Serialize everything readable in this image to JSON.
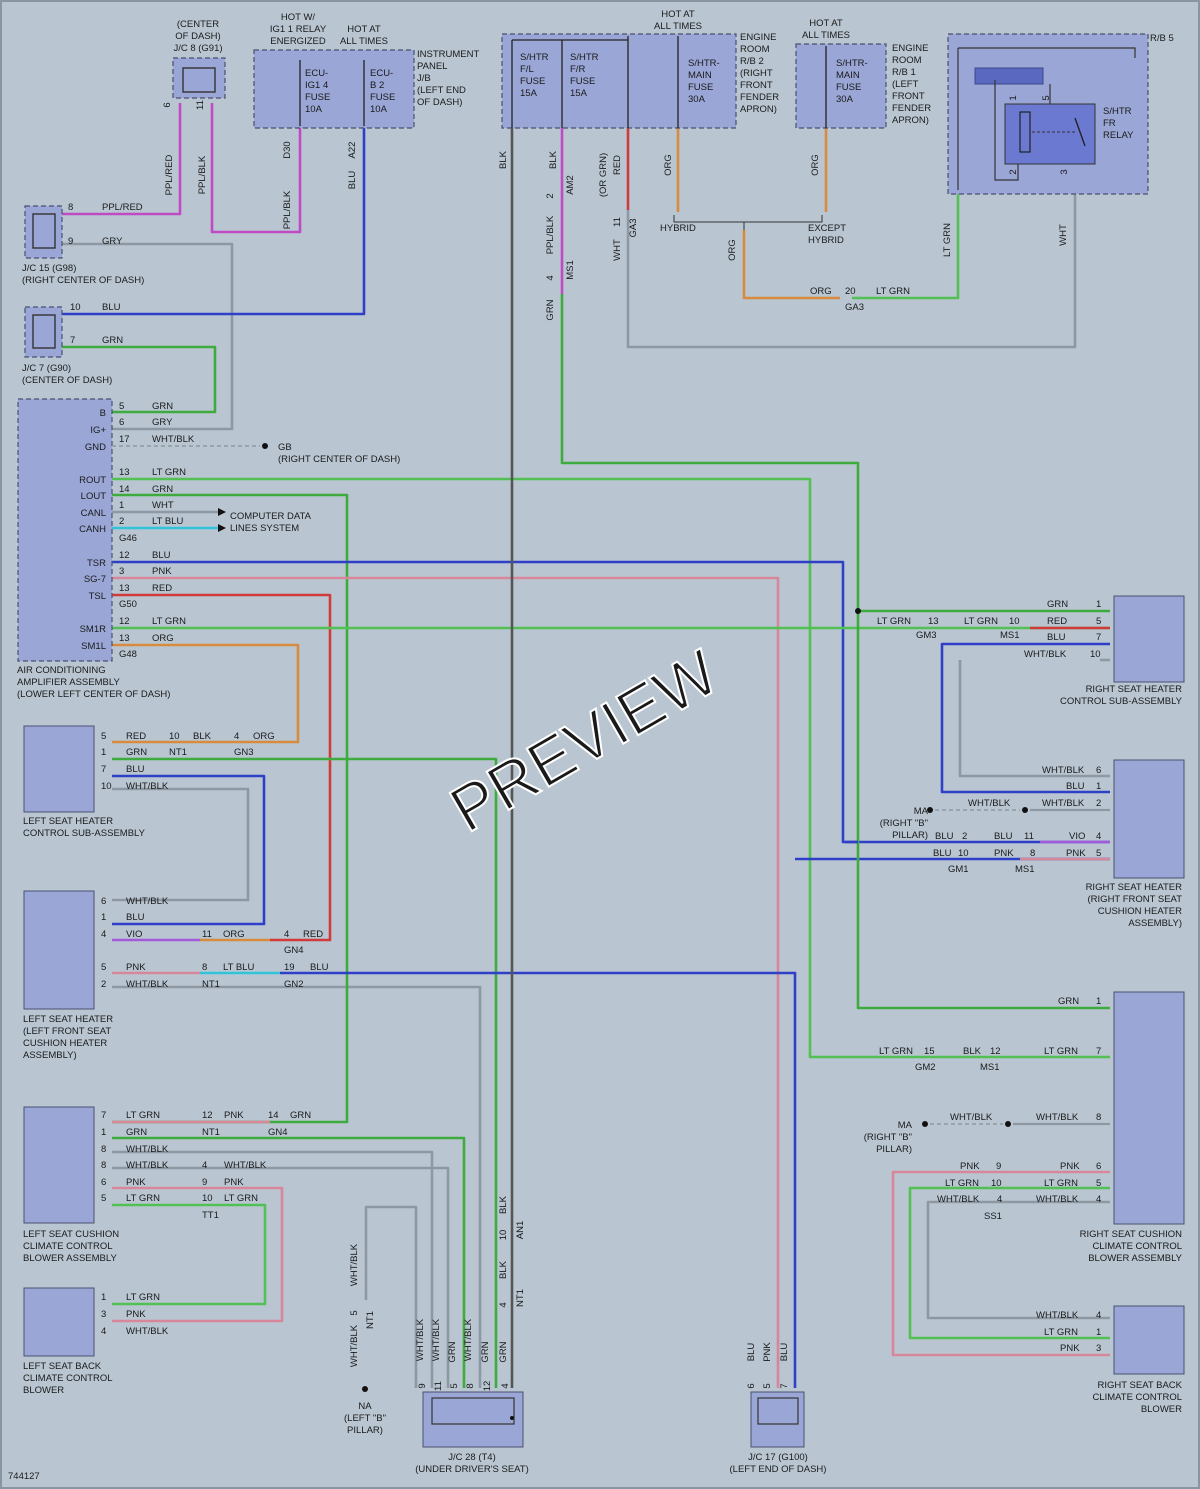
{
  "diagram_id": "744127",
  "watermark": "PREVIEW",
  "power": {
    "center_jc8": [
      "(CENTER",
      "OF DASH)",
      "J/C 8 (G91)"
    ],
    "hot_ig1": [
      "HOT W/",
      "IG1 1 RELAY",
      "ENERGIZED"
    ],
    "hot_always_1": [
      "HOT AT",
      "ALL TIMES"
    ],
    "instrument_panel": [
      "INSTRUMENT",
      "PANEL",
      "J/B",
      "(LEFT END",
      "OF DASH)"
    ],
    "fuse_ecu_ig14": [
      "ECU-",
      "IG1 4",
      "FUSE",
      "10A"
    ],
    "fuse_ecu_b2": [
      "ECU-",
      "B 2",
      "FUSE",
      "10A"
    ],
    "hot_always_2": [
      "HOT AT",
      "ALL TIMES"
    ],
    "fuse_fl": [
      "S/HTR",
      "F/L",
      "FUSE",
      "15A"
    ],
    "fuse_fr": [
      "S/HTR",
      "F/R",
      "FUSE",
      "15A"
    ],
    "fuse_main_rb2": [
      "S/HTR-",
      "MAIN",
      "FUSE",
      "30A"
    ],
    "engine_rb2": [
      "ENGINE",
      "ROOM",
      "R/B 2",
      "(RIGHT",
      "FRONT",
      "FENDER",
      "APRON)"
    ],
    "hot_always_3": [
      "HOT AT",
      "ALL TIMES"
    ],
    "fuse_main_rb1": [
      "S/HTR-",
      "MAIN",
      "FUSE",
      "30A"
    ],
    "engine_rb1": [
      "ENGINE",
      "ROOM",
      "R/B 1",
      "(LEFT",
      "FRONT",
      "FENDER",
      "APRON)"
    ],
    "rb5": "R/B 5",
    "relay": [
      "S/HTR",
      "FR",
      "RELAY"
    ],
    "hybrid": "HYBRID",
    "except_hybrid": [
      "EXCEPT",
      "HYBRID"
    ]
  },
  "connectors": {
    "jc15": [
      "J/C 15 (G98)",
      "(RIGHT CENTER OF DASH)"
    ],
    "jc7": [
      "J/C 7 (G90)",
      "(CENTER OF DASH)"
    ],
    "gb": [
      "GB",
      "(RIGHT CENTER OF DASH)"
    ],
    "computer_data": [
      "COMPUTER DATA",
      "LINES SYSTEM"
    ],
    "jc28": [
      "J/C 28 (T4)",
      "(UNDER DRIVER'S SEAT)"
    ],
    "jc17": [
      "J/C 17 (G100)",
      "(LEFT END OF DASH)"
    ],
    "na": [
      "NA",
      "(LEFT \"B\"",
      "PILLAR)"
    ],
    "ma1": [
      "MA",
      "(RIGHT \"B\"",
      "PILLAR)"
    ],
    "ma2": [
      "MA",
      "(RIGHT \"B\"",
      "PILLAR)"
    ]
  },
  "amp": {
    "pins": [
      "B",
      "IG+",
      "GND",
      "ROUT",
      "LOUT",
      "CANL",
      "CANH",
      "TSR",
      "SG-7",
      "TSL",
      "SM1R",
      "SM1L"
    ],
    "caption": [
      "AIR CONDITIONING",
      "AMPLIFIER ASSEMBLY",
      "(LOWER LEFT CENTER OF DASH)"
    ],
    "g46": "G46",
    "g50": "G50",
    "g48": "G48"
  },
  "components": {
    "left_ctrl": [
      "LEFT SEAT HEATER",
      "CONTROL SUB-ASSEMBLY"
    ],
    "left_heater": [
      "LEFT SEAT HEATER",
      "(LEFT FRONT SEAT",
      "CUSHION HEATER",
      "ASSEMBLY)"
    ],
    "left_cushion": [
      "LEFT SEAT CUSHION",
      "CLIMATE CONTROL",
      "BLOWER ASSEMBLY"
    ],
    "left_back": [
      "LEFT SEAT BACK",
      "CLIMATE CONTROL",
      "BLOWER"
    ],
    "right_ctrl": [
      "RIGHT SEAT HEATER",
      "CONTROL SUB-ASSEMBLY"
    ],
    "right_heater": [
      "RIGHT SEAT HEATER",
      "(RIGHT FRONT SEAT",
      "CUSHION HEATER",
      "ASSEMBLY)"
    ],
    "right_cushion": [
      "RIGHT SEAT CUSHION",
      "CLIMATE CONTROL",
      "BLOWER ASSEMBLY"
    ],
    "right_back": [
      "RIGHT SEAT BACK",
      "CLIMATE CONTROL",
      "BLOWER"
    ]
  },
  "labels": [
    [
      "6",
      "p",
      170,
      105
    ],
    [
      "11",
      "p",
      203,
      105
    ],
    [
      "PPL/RED",
      "p",
      172,
      175
    ],
    [
      "PPL/BLK",
      "p",
      205,
      175
    ],
    [
      "D30",
      "p",
      290,
      150
    ],
    [
      "A22",
      "p",
      355,
      150
    ],
    [
      "PPL/BLK",
      "p",
      290,
      210
    ],
    [
      "BLU",
      "p",
      355,
      180
    ],
    [
      "BLK",
      "p",
      506,
      160
    ],
    [
      "BLK",
      "p",
      556,
      160
    ],
    [
      "(OR GRN)",
      "p",
      606,
      175
    ],
    [
      "RED",
      "p",
      620,
      165
    ],
    [
      "ORG",
      "p",
      671,
      165
    ],
    [
      "ORG",
      "p",
      818,
      165
    ],
    [
      "2",
      "p",
      553,
      196
    ],
    [
      "AM2",
      "p",
      573,
      185
    ],
    [
      "PPL/BLK",
      "p",
      553,
      235
    ],
    [
      "4",
      "p",
      553,
      278
    ],
    [
      "MS1",
      "p",
      573,
      270
    ],
    [
      "GRN",
      "p",
      553,
      310
    ],
    [
      "WHT",
      "p",
      620,
      250
    ],
    [
      "11",
      "p",
      620,
      222
    ],
    [
      "GA3",
      "p",
      636,
      228
    ],
    [
      "ORG",
      "p",
      735,
      250
    ],
    [
      "ORG",
      "h",
      810,
      294
    ],
    [
      "20",
      "h",
      845,
      294
    ],
    [
      "LT GRN",
      "h",
      876,
      294
    ],
    [
      "GA3",
      "h",
      845,
      310
    ],
    [
      "LT GRN",
      "p",
      950,
      240
    ],
    [
      "WHT",
      "p",
      1066,
      235
    ],
    [
      "1",
      "p",
      1016,
      98
    ],
    [
      "5",
      "p",
      1049,
      98
    ],
    [
      "2",
      "p",
      1016,
      172
    ],
    [
      "3",
      "p",
      1067,
      172
    ],
    [
      "8",
      "h",
      68,
      210
    ],
    [
      "PPL/RED",
      "h",
      102,
      210
    ],
    [
      "9",
      "h",
      68,
      244
    ],
    [
      "GRY",
      "h",
      102,
      244
    ],
    [
      "10",
      "h",
      70,
      310
    ],
    [
      "BLU",
      "h",
      102,
      310
    ],
    [
      "7",
      "h",
      70,
      343
    ],
    [
      "GRN",
      "h",
      102,
      343
    ],
    [
      "5",
      "h",
      119,
      409
    ],
    [
      "GRN",
      "h",
      152,
      409
    ],
    [
      "6",
      "h",
      119,
      425
    ],
    [
      "GRY",
      "h",
      152,
      425
    ],
    [
      "17",
      "h",
      119,
      442
    ],
    [
      "WHT/BLK",
      "h",
      152,
      442
    ],
    [
      "13",
      "h",
      119,
      475
    ],
    [
      "LT GRN",
      "h",
      152,
      475
    ],
    [
      "14",
      "h",
      119,
      492
    ],
    [
      "GRN",
      "h",
      152,
      492
    ],
    [
      "1",
      "h",
      119,
      508
    ],
    [
      "WHT",
      "h",
      152,
      508
    ],
    [
      "2",
      "h",
      119,
      524
    ],
    [
      "LT BLU",
      "h",
      152,
      524
    ],
    [
      "12",
      "h",
      119,
      558
    ],
    [
      "BLU",
      "h",
      152,
      558
    ],
    [
      "3",
      "h",
      119,
      574
    ],
    [
      "PNK",
      "h",
      152,
      574
    ],
    [
      "13",
      "h",
      119,
      591
    ],
    [
      "RED",
      "h",
      152,
      591
    ],
    [
      "12",
      "h",
      119,
      624
    ],
    [
      "LT GRN",
      "h",
      152,
      624
    ],
    [
      "13",
      "h",
      119,
      641
    ],
    [
      "ORG",
      "h",
      152,
      641
    ],
    [
      "5",
      "h",
      101,
      739
    ],
    [
      "RED",
      "h",
      126,
      739
    ],
    [
      "10",
      "h",
      169,
      739
    ],
    [
      "BLK",
      "h",
      193,
      739
    ],
    [
      "4",
      "h",
      234,
      739
    ],
    [
      "ORG",
      "h",
      253,
      739
    ],
    [
      "1",
      "h",
      101,
      755
    ],
    [
      "GRN",
      "h",
      126,
      755
    ],
    [
      "NT1",
      "h",
      169,
      755
    ],
    [
      "GN3",
      "h",
      234,
      755
    ],
    [
      "7",
      "h",
      101,
      772
    ],
    [
      "BLU",
      "h",
      126,
      772
    ],
    [
      "10",
      "h",
      101,
      789
    ],
    [
      "WHT/BLK",
      "h",
      126,
      789
    ],
    [
      "6",
      "h",
      101,
      904
    ],
    [
      "WHT/BLK",
      "h",
      126,
      904
    ],
    [
      "1",
      "h",
      101,
      920
    ],
    [
      "BLU",
      "h",
      126,
      920
    ],
    [
      "4",
      "h",
      101,
      937
    ],
    [
      "VIO",
      "h",
      126,
      937
    ],
    [
      "11",
      "h",
      202,
      937
    ],
    [
      "ORG",
      "h",
      223,
      937
    ],
    [
      "4",
      "h",
      284,
      937
    ],
    [
      "RED",
      "h",
      303,
      937
    ],
    [
      "GN4",
      "h",
      284,
      953
    ],
    [
      "5",
      "h",
      101,
      970
    ],
    [
      "PNK",
      "h",
      126,
      970
    ],
    [
      "8",
      "h",
      202,
      970
    ],
    [
      "LT BLU",
      "h",
      223,
      970
    ],
    [
      "19",
      "h",
      284,
      970
    ],
    [
      "BLU",
      "h",
      310,
      970
    ],
    [
      "2",
      "h",
      101,
      987
    ],
    [
      "WHT/BLK",
      "h",
      126,
      987
    ],
    [
      "NT1",
      "h",
      202,
      987
    ],
    [
      "GN2",
      "h",
      284,
      987
    ],
    [
      "7",
      "h",
      101,
      1118
    ],
    [
      "LT GRN",
      "h",
      126,
      1118
    ],
    [
      "12",
      "h",
      202,
      1118
    ],
    [
      "PNK",
      "h",
      224,
      1118
    ],
    [
      "14",
      "h",
      268,
      1118
    ],
    [
      "GRN",
      "h",
      290,
      1118
    ],
    [
      "1",
      "h",
      101,
      1135
    ],
    [
      "GRN",
      "h",
      126,
      1135
    ],
    [
      "NT1",
      "h",
      202,
      1135
    ],
    [
      "GN4",
      "h",
      268,
      1135
    ],
    [
      "8",
      "h",
      101,
      1152
    ],
    [
      "WHT/BLK",
      "h",
      126,
      1152
    ],
    [
      "8",
      "h",
      101,
      1168
    ],
    [
      "WHT/BLK",
      "h",
      126,
      1168
    ],
    [
      "4",
      "h",
      202,
      1168
    ],
    [
      "WHT/BLK",
      "h",
      224,
      1168
    ],
    [
      "6",
      "h",
      101,
      1185
    ],
    [
      "PNK",
      "h",
      126,
      1185
    ],
    [
      "9",
      "h",
      202,
      1185
    ],
    [
      "PNK",
      "h",
      224,
      1185
    ],
    [
      "5",
      "h",
      101,
      1201
    ],
    [
      "LT GRN",
      "h",
      126,
      1201
    ],
    [
      "10",
      "h",
      202,
      1201
    ],
    [
      "LT GRN",
      "h",
      224,
      1201
    ],
    [
      "TT1",
      "h",
      202,
      1218
    ],
    [
      "1",
      "h",
      101,
      1300
    ],
    [
      "LT GRN",
      "h",
      126,
      1300
    ],
    [
      "3",
      "h",
      101,
      1317
    ],
    [
      "PNK",
      "h",
      126,
      1317
    ],
    [
      "4",
      "h",
      101,
      1334
    ],
    [
      "WHT/BLK",
      "h",
      126,
      1334
    ],
    [
      "GRN",
      "h",
      1047,
      607
    ],
    [
      "1",
      "h",
      1096,
      607
    ],
    [
      "LT GRN",
      "h",
      877,
      624
    ],
    [
      "13",
      "h",
      928,
      624
    ],
    [
      "LT GRN",
      "h",
      964,
      624
    ],
    [
      "10",
      "h",
      1009,
      624
    ],
    [
      "RED",
      "h",
      1047,
      624
    ],
    [
      "5",
      "h",
      1096,
      624
    ],
    [
      "GM3",
      "h",
      916,
      638
    ],
    [
      "MS1",
      "h",
      1000,
      638
    ],
    [
      "BLU",
      "h",
      1047,
      640
    ],
    [
      "7",
      "h",
      1096,
      640
    ],
    [
      "WHT/BLK",
      "h",
      1024,
      657
    ],
    [
      "10",
      "h",
      1090,
      657
    ],
    [
      "WHT/BLK",
      "h",
      1042,
      773
    ],
    [
      "6",
      "h",
      1096,
      773
    ],
    [
      "BLU",
      "h",
      1066,
      789
    ],
    [
      "1",
      "h",
      1096,
      789
    ],
    [
      "WHT/BLK",
      "h",
      968,
      806
    ],
    [
      "WHT/BLK",
      "h",
      1042,
      806
    ],
    [
      "2",
      "h",
      1096,
      806
    ],
    [
      "BLU",
      "h",
      935,
      839
    ],
    [
      "2",
      "h",
      962,
      839
    ],
    [
      "BLU",
      "h",
      994,
      839
    ],
    [
      "11",
      "h",
      1024,
      839
    ],
    [
      "VIO",
      "h",
      1069,
      839
    ],
    [
      "4",
      "h",
      1096,
      839
    ],
    [
      "BLU",
      "h",
      933,
      856
    ],
    [
      "10",
      "h",
      958,
      856
    ],
    [
      "PNK",
      "h",
      994,
      856
    ],
    [
      "8",
      "h",
      1030,
      856
    ],
    [
      "PNK",
      "h",
      1066,
      856
    ],
    [
      "5",
      "h",
      1096,
      856
    ],
    [
      "GM1",
      "h",
      948,
      872
    ],
    [
      "MS1",
      "h",
      1015,
      872
    ],
    [
      "GRN",
      "h",
      1058,
      1004
    ],
    [
      "1",
      "h",
      1096,
      1004
    ],
    [
      "LT GRN",
      "h",
      879,
      1054
    ],
    [
      "15",
      "h",
      924,
      1054
    ],
    [
      "BLK",
      "h",
      963,
      1054
    ],
    [
      "12",
      "h",
      990,
      1054
    ],
    [
      "LT GRN",
      "h",
      1044,
      1054
    ],
    [
      "7",
      "h",
      1096,
      1054
    ],
    [
      "GM2",
      "h",
      915,
      1070
    ],
    [
      "MS1",
      "h",
      980,
      1070
    ],
    [
      "WHT/BLK",
      "h",
      950,
      1120
    ],
    [
      "WHT/BLK",
      "h",
      1036,
      1120
    ],
    [
      "8",
      "h",
      1096,
      1120
    ],
    [
      "PNK",
      "h",
      960,
      1169
    ],
    [
      "9",
      "h",
      996,
      1169
    ],
    [
      "PNK",
      "h",
      1060,
      1169
    ],
    [
      "6",
      "h",
      1096,
      1169
    ],
    [
      "LT GRN",
      "h",
      945,
      1186
    ],
    [
      "10",
      "h",
      991,
      1186
    ],
    [
      "LT GRN",
      "h",
      1044,
      1186
    ],
    [
      "5",
      "h",
      1096,
      1186
    ],
    [
      "WHT/BLK",
      "h",
      937,
      1202
    ],
    [
      "4",
      "h",
      997,
      1202
    ],
    [
      "WHT/BLK",
      "h",
      1036,
      1202
    ],
    [
      "4",
      "h",
      1096,
      1202
    ],
    [
      "SS1",
      "h",
      984,
      1219
    ],
    [
      "WHT/BLK",
      "h",
      1036,
      1318
    ],
    [
      "4",
      "h",
      1096,
      1318
    ],
    [
      "LT GRN",
      "h",
      1044,
      1335
    ],
    [
      "1",
      "h",
      1096,
      1335
    ],
    [
      "PNK",
      "h",
      1060,
      1351
    ],
    [
      "3",
      "h",
      1096,
      1351
    ],
    [
      "WHT/BLK",
      "p",
      357,
      1265
    ],
    [
      "5",
      "p",
      357,
      1313
    ],
    [
      "NT1",
      "p",
      373,
      1320
    ],
    [
      "WHT/BLK",
      "p",
      357,
      1346
    ],
    [
      "BLK",
      "p",
      506,
      1205
    ],
    [
      "10",
      "p",
      506,
      1235
    ],
    [
      "AN1",
      "p",
      523,
      1230
    ],
    [
      "BLK",
      "p",
      506,
      1270
    ],
    [
      "4",
      "p",
      506,
      1305
    ],
    [
      "NT1",
      "p",
      523,
      1298
    ],
    [
      "WHT/BLK",
      "p",
      423,
      1340
    ],
    [
      "WHT/BLK",
      "p",
      439,
      1340
    ],
    [
      "GRN",
      "p",
      455,
      1352
    ],
    [
      "WHT/BLK",
      "p",
      471,
      1340
    ],
    [
      "GRN",
      "p",
      488,
      1352
    ],
    [
      "GRN",
      "p",
      506,
      1352
    ],
    [
      "9",
      "p",
      425,
      1386
    ],
    [
      "11",
      "p",
      441,
      1386
    ],
    [
      "5",
      "p",
      457,
      1386
    ],
    [
      "8",
      "p",
      473,
      1386
    ],
    [
      "12",
      "p",
      490,
      1386
    ],
    [
      "4",
      "p",
      508,
      1386
    ],
    [
      "BLU",
      "p",
      754,
      1352
    ],
    [
      "PNK",
      "p",
      770,
      1352
    ],
    [
      "BLU",
      "p",
      787,
      1352
    ],
    [
      "6",
      "p",
      754,
      1386
    ],
    [
      "5",
      "p",
      770,
      1386
    ],
    [
      "7",
      "p",
      787,
      1386
    ]
  ]
}
